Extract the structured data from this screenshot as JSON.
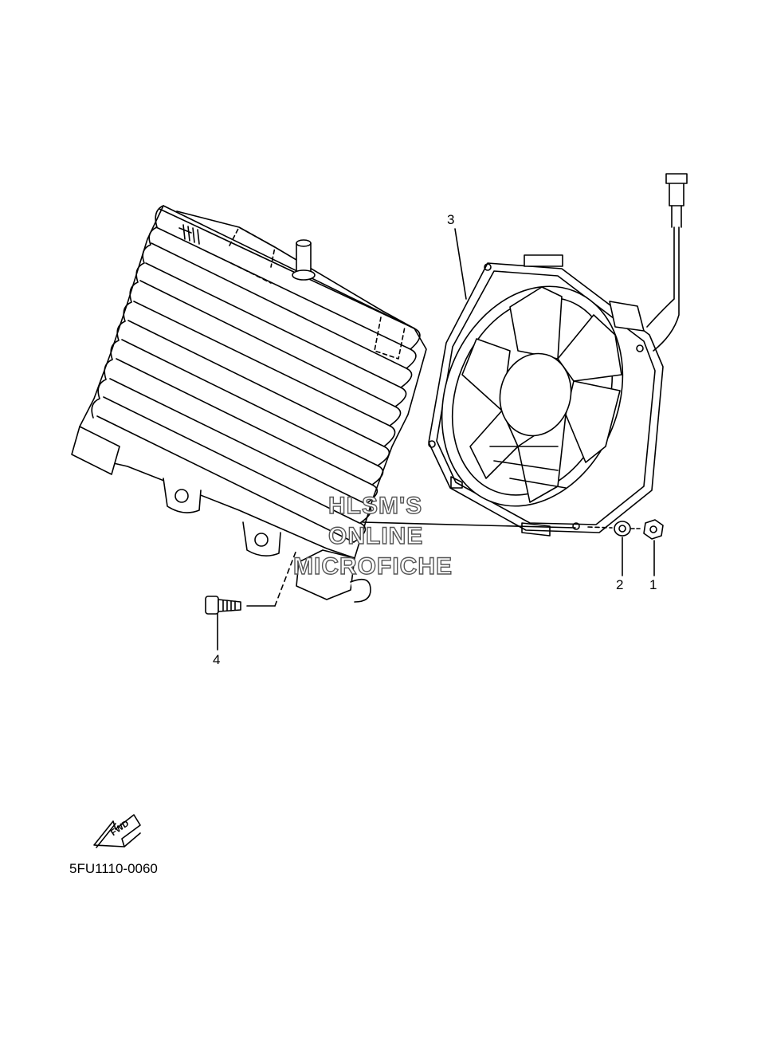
{
  "callouts": {
    "c1": "1",
    "c2": "2",
    "c3": "3",
    "c4": "4"
  },
  "watermark": {
    "line1": "HLSM'S",
    "line2": "ONLINE",
    "line3": "MICROFICHE"
  },
  "fwd_label": "FWD",
  "part_number": "5FU1110-0060",
  "colors": {
    "ink": "#000000",
    "watermark_outline": "#555555",
    "background": "#ffffff"
  }
}
